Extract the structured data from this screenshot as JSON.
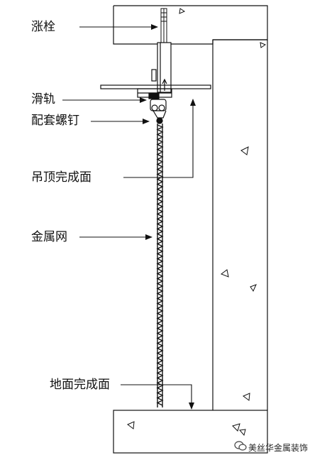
{
  "labels": {
    "anchor_bolt": "涨栓",
    "slide_rail": "滑轨",
    "matching_screw": "配套螺钉",
    "ceiling_finish": "吊顶完成面",
    "metal_mesh": "金属网",
    "floor_finish": "地面完成面"
  },
  "watermark": {
    "text": "美丝华金属装饰",
    "icon": "wechat-icon"
  },
  "colors": {
    "line": "#111111",
    "background": "#ffffff"
  }
}
